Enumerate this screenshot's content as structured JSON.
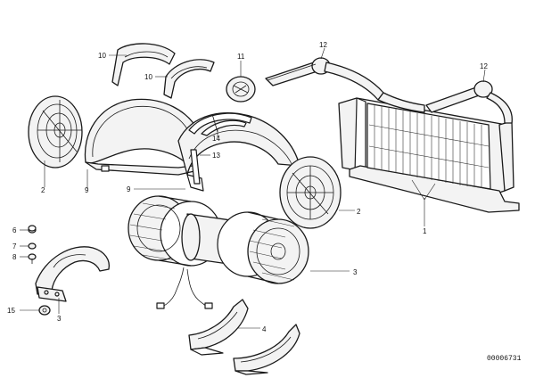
{
  "callouts": {
    "c1": "1",
    "c2_left": "2",
    "c2_right": "2",
    "c3_lower": "3",
    "c3_right": "3",
    "c4": "4",
    "c6": "6",
    "c7": "7",
    "c8": "8",
    "c9_left": "9",
    "c9_mid": "9",
    "c10_top": "10",
    "c10_mid": "10",
    "c11": "11",
    "c12_pipe": "12",
    "c12_cap": "12",
    "c13": "13",
    "c14": "14",
    "c15": "15"
  },
  "reference_number": "00006731"
}
